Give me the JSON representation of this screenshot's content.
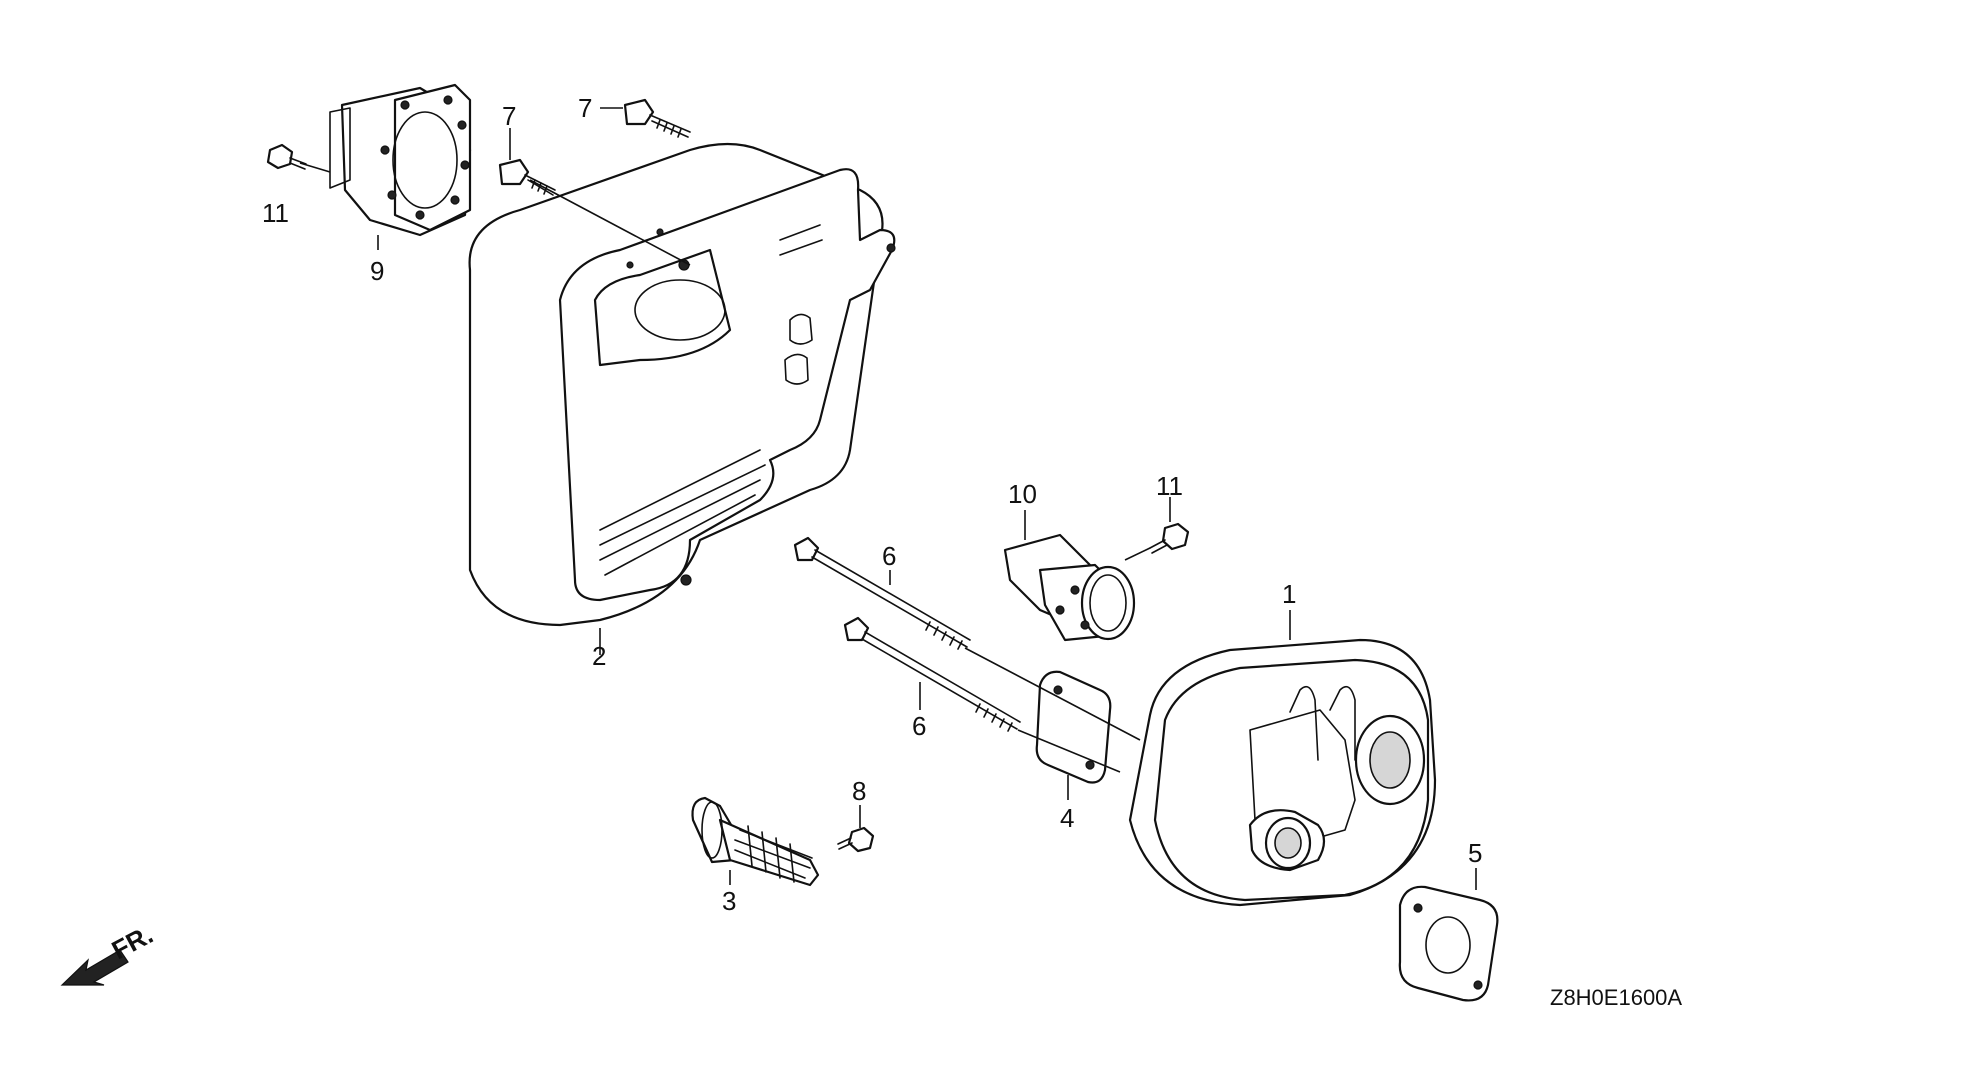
{
  "callouts": {
    "c1": "1",
    "c2": "2",
    "c3": "3",
    "c4": "4",
    "c5": "5",
    "c6a": "6",
    "c6b": "6",
    "c7a": "7",
    "c7b": "7",
    "c8": "8",
    "c9": "9",
    "c10": "10",
    "c11a": "11",
    "c11b": "11"
  },
  "direction_label": "FR.",
  "diagram_code": "Z8H0E1600A"
}
